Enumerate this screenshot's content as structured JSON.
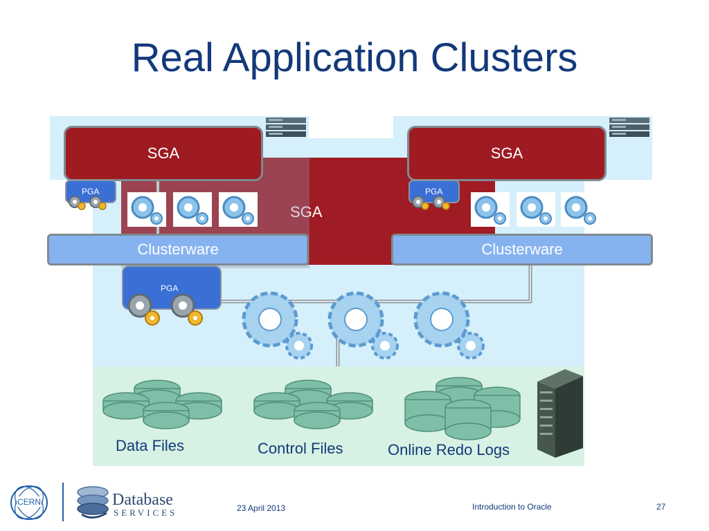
{
  "title": "Real Application Clusters",
  "diagram": {
    "sga_left": "SGA",
    "sga_right": "SGA",
    "sga_center": "SGA",
    "pga_left": "PGA",
    "pga_right": "PGA",
    "pga_center": "PGA",
    "clusterware_left": "Clusterware",
    "clusterware_right": "Clusterware",
    "storage_labels": [
      "Data Files",
      "Control Files",
      "Online Redo Logs"
    ]
  },
  "footer": {
    "date": "23 April 2013",
    "course": "Introduction to Oracle",
    "page": "27",
    "cern_logo": "CERN",
    "db_logo_top": "Database",
    "db_logo_bottom": "SERVICES"
  },
  "colors": {
    "title": "#12397a",
    "sga": "#9e1b22",
    "pga": "#3a6fd6",
    "clusterware": "#86b3f0",
    "light_bg": "#d5f0fb",
    "storage_bg": "#d7f1e4"
  }
}
